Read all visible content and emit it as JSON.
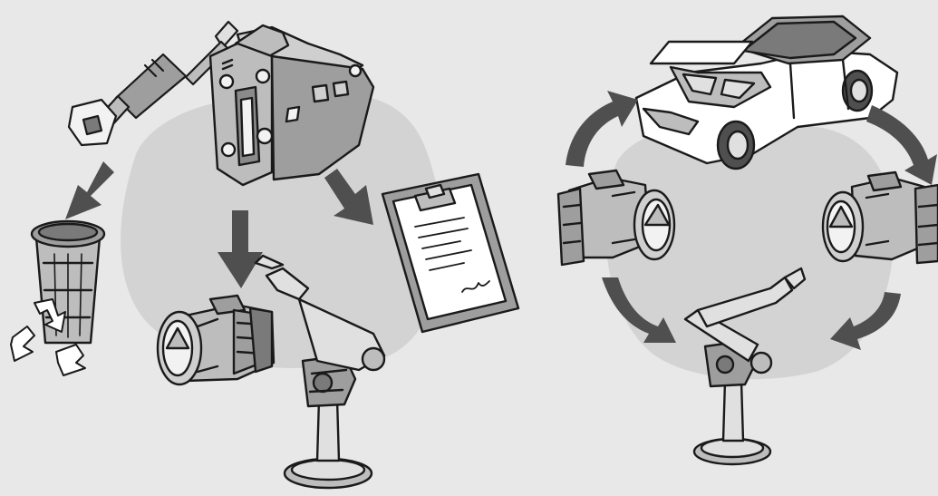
{
  "scene": {
    "background_color": "#e8e8e8",
    "blob_color": "#d3d3d3",
    "part_fill": "#bdbdbd",
    "part_dark": "#7a7a7a",
    "arrow_color": "#4f4f4f",
    "ink_color": "#1a1a1a",
    "paper_fill": "#ffffff",
    "left_panel": {
      "items": [
        "exhaust-pipe",
        "engine-block",
        "trash-can",
        "recycle-symbol",
        "alternator",
        "robot-arm",
        "clipboard"
      ],
      "arrows": [
        "arrow-pipe-to-trash",
        "arrow-engine-to-alternator",
        "arrow-engine-to-clipboard"
      ]
    },
    "right_panel": {
      "items": [
        "car",
        "alternator-left",
        "alternator-right",
        "robot-arm"
      ],
      "arrows": [
        "arrow-cycle-top-left",
        "arrow-cycle-top-right",
        "arrow-cycle-bottom-right",
        "arrow-cycle-bottom-left"
      ]
    }
  }
}
